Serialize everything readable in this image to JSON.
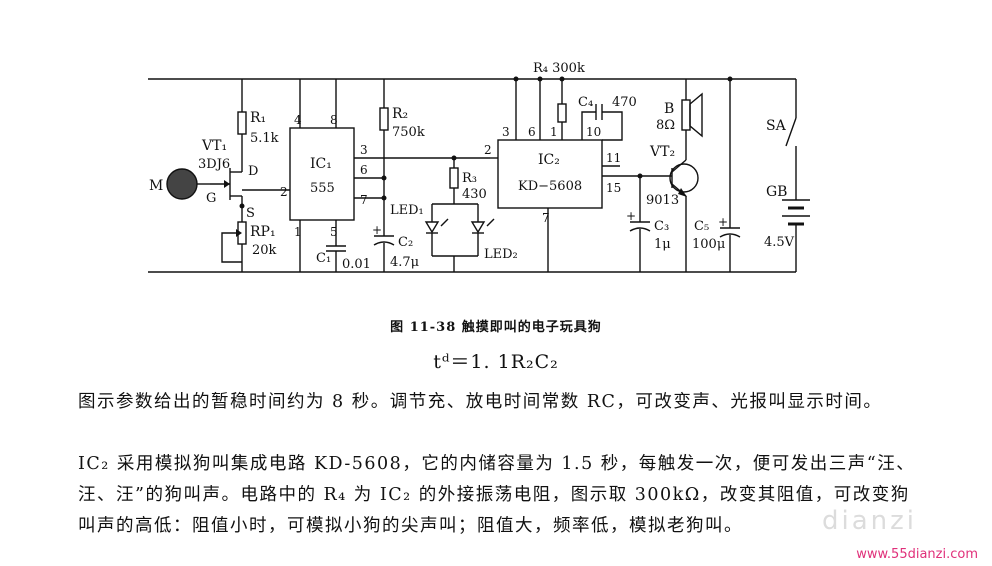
{
  "schematic": {
    "labels": {
      "r4": "R₄ 300k",
      "c4": "C₄",
      "c4_val": "470",
      "b": "B",
      "b_val": "8Ω",
      "sa": "SA",
      "r1": "R₁",
      "r1_val": "5.1k",
      "vt1": "VT₁",
      "vt1_type": "3DJ6",
      "m": "M",
      "d": "D",
      "g": "G",
      "s": "S",
      "rp1": "RP₁",
      "rp1_val": "20k",
      "ic1": "IC₁",
      "ic1_type": "555",
      "r2": "R₂",
      "r2_val": "750k",
      "r3": "R₃",
      "r3_val": "430",
      "led1": "LED₁",
      "led2": "LED₂",
      "c1": "C₁",
      "c1_val": "0.01",
      "c2": "C₂",
      "c2_val": "4.7μ",
      "ic2": "IC₂",
      "ic2_type": "KD−5608",
      "vt2": "VT₂",
      "vt2_type": "9013",
      "c3": "C₃",
      "c3_val": "1μ",
      "c5": "C₅",
      "c5_val": "100μ",
      "gb": "GB",
      "gb_val": "4.5V",
      "pin4": "4",
      "pin8": "8",
      "pin3": "3",
      "pin6": "6",
      "pin2": "2",
      "pin7": "7",
      "pin1": "1",
      "pin5": "5",
      "ic2_pin3": "3",
      "ic2_pin6": "6",
      "ic2_pin1": "1",
      "ic2_pin10": "10",
      "ic2_pin2": "2",
      "ic2_pin11": "11",
      "ic2_pin15": "15",
      "ic2_pin7": "7",
      "plus_c2": "+",
      "plus_c3": "+",
      "plus_c5": "+"
    }
  },
  "caption": "图 11-38  触摸即叫的电子玩具狗",
  "formula": "tᵈ＝1. 1R₂C₂",
  "paragraph1": "图示参数给出的暂稳时间约为 8 秒。调节充、放电时间常数 RC，可改变声、光报叫显示时间。",
  "paragraph2": "IC₂ 采用模拟狗叫集成电路 KD-5608，它的内储容量为 1.5 秒，每触发一次，便可发出三声“汪、汪、汪”的狗叫声。电路中的 R₄ 为 IC₂ 的外接振荡电阻，图示取 300kΩ，改变其阻值，可改变狗叫声的高低：阻值小时，可模拟小狗的尖声叫；阻值大，频率低，模拟老狗叫。",
  "watermark": "www.55dianzi.com",
  "watermark_faint": "dianzi"
}
